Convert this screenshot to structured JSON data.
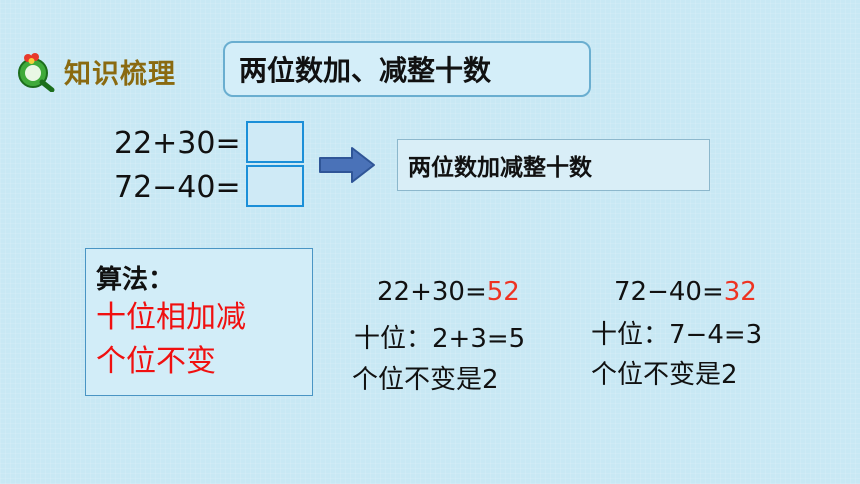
{
  "header": {
    "section_label": "知识梳理",
    "title": "两位数加、减整十数"
  },
  "problems": [
    {
      "expression": "22+30="
    },
    {
      "expression": "72−40="
    }
  ],
  "result_label": "两位数加减整十数",
  "algorithm": {
    "title": "算法：",
    "rules": [
      "十位相加减",
      "个位不变"
    ]
  },
  "examples": [
    {
      "expression": "22+30=",
      "answer": "52",
      "tens": "十位：2+3=5",
      "ones": "个位不变是2"
    },
    {
      "expression": "72−40=",
      "answer": "32",
      "tens": "十位：7−4=3",
      "ones": "个位不变是2"
    }
  ],
  "colors": {
    "accent_red": "#ee3322",
    "rule_red": "#f01010",
    "box_blue": "#1b8fd8"
  }
}
